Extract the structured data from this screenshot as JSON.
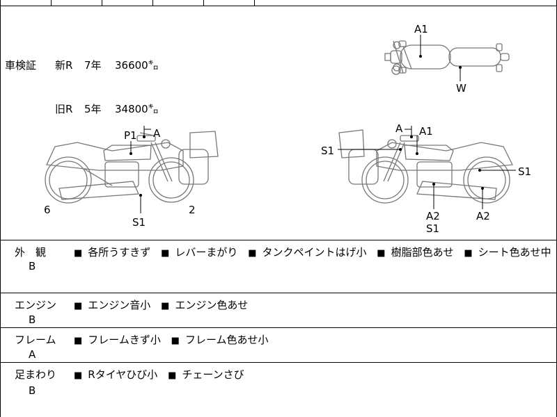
{
  "inspection": {
    "title": "車検証",
    "rows": [
      {
        "kind": "新R",
        "years": "7年",
        "distance": "36600㌔"
      },
      {
        "kind": "旧R",
        "years": "5年",
        "distance": "34800㌔"
      }
    ]
  },
  "diagram_labels": {
    "top_view": [
      "A1",
      "W"
    ],
    "left_view": [
      "P1",
      "A",
      "6",
      "S1",
      "2"
    ],
    "right_view": [
      "A",
      "A1",
      "S1",
      "S1",
      "A2",
      "S1",
      "A2"
    ]
  },
  "sections": [
    {
      "name": "外　観",
      "grade": "B",
      "notes": [
        "各所うすきず",
        "レバーまがり",
        "タンクペイントはげ小",
        "樹脂部色あせ",
        "シート色あせ中"
      ]
    },
    {
      "name": "エンジン",
      "grade": "B",
      "notes": [
        "エンジン音小",
        "エンジン色あせ"
      ]
    },
    {
      "name": "フレーム",
      "grade": "A",
      "notes": [
        "フレームきず小",
        "フレーム色あせ小"
      ]
    },
    {
      "name": "足まわり",
      "grade": "B",
      "notes": [
        "Rタイヤひび小",
        "チェーンさび"
      ]
    }
  ],
  "bullet": "■"
}
